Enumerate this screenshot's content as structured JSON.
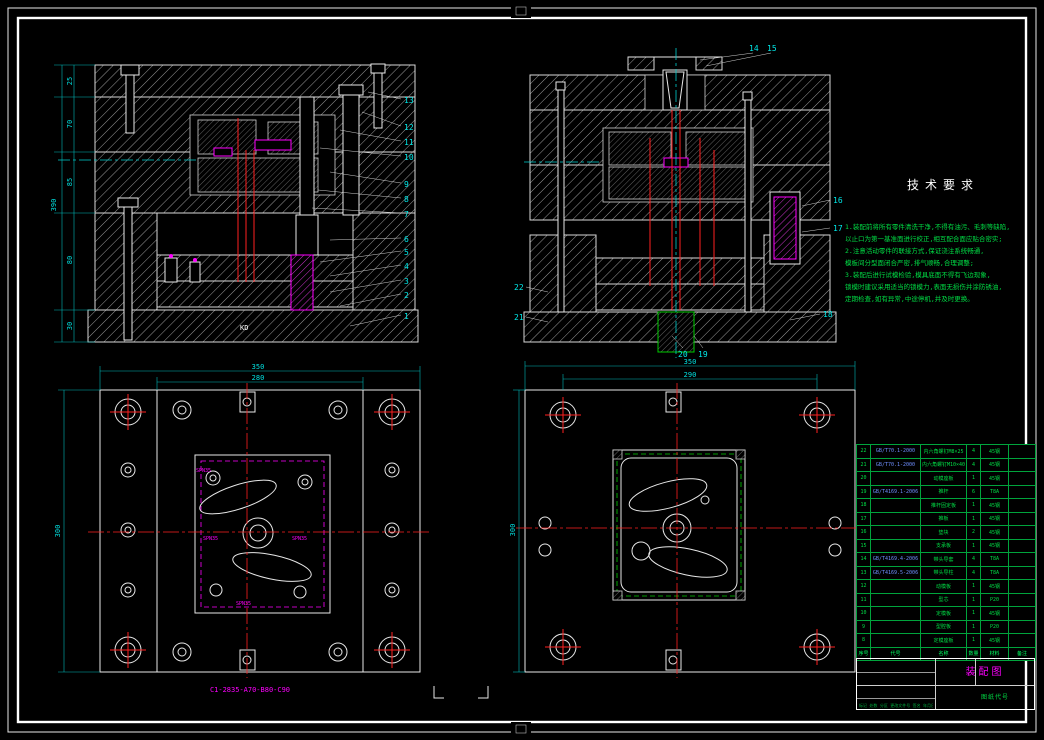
{
  "colors": {
    "background": "#000000",
    "frame": "#ffffff",
    "dimension": "#00e0e0",
    "centerline": "#ff2020",
    "notes": "#00dd45",
    "highlight": "#ff00ff"
  },
  "tech": {
    "title": "技术要求",
    "lines": [
      "1.装配前将所有零件清洗干净,不得有油污、毛刺等缺陷,",
      "  以止口为第一基准面进行校正,相互配合面应贴合密实;",
      "2.注意活动零件的联接方式,保证浇注系统畅通,",
      "  模板间分型面闭合严密,排气顺畅,合理调整;",
      "3.装配后进行试模检验,模具底面不得有飞边现象,",
      "  锁模时建议采用适当的锁模力,表面无损伤并涂防锈油,",
      "  定期检查,如有异常,中途停机,并及时更换。"
    ]
  },
  "balloons": {
    "tl": [
      "13",
      "12",
      "11",
      "10",
      "9",
      "8",
      "7",
      "6",
      "5",
      "4",
      "3",
      "2",
      "1"
    ],
    "tr_top": [
      "14",
      "15"
    ],
    "tr_right": [
      "16",
      "17",
      "18"
    ],
    "tr_left": [
      "22",
      "21"
    ],
    "tr_bottom": [
      "20",
      "19"
    ]
  },
  "dims": {
    "tl": {
      "total": "390",
      "segs": [
        "25",
        "70",
        "85",
        "80",
        "30"
      ]
    },
    "bl": {
      "outer": "350",
      "inner": "280",
      "side": "300"
    },
    "br": {
      "outer": "350",
      "inner": "290",
      "side": "300"
    }
  },
  "labels": {
    "kd": "KD",
    "mold_base": "C1-2835-A70-B80-C90",
    "spn": [
      "SPN35",
      "SPN35",
      "SPN35",
      "SPN35"
    ]
  },
  "bom": {
    "header": [
      "序号",
      "代号",
      "名称",
      "数量",
      "材料",
      "备注"
    ],
    "rows": [
      [
        "22",
        "GB/T70.1-2000",
        "内六角螺钉M8×25",
        "4",
        "45钢",
        ""
      ],
      [
        "21",
        "GB/T70.1-2000",
        "内六角螺钉M10×40",
        "4",
        "45钢",
        ""
      ],
      [
        "20",
        "",
        "动模座板",
        "1",
        "45钢",
        ""
      ],
      [
        "19",
        "GB/T4169.1-2006",
        "推杆",
        "6",
        "T8A",
        ""
      ],
      [
        "18",
        "",
        "推杆固定板",
        "1",
        "45钢",
        ""
      ],
      [
        "17",
        "",
        "推板",
        "1",
        "45钢",
        ""
      ],
      [
        "16",
        "",
        "垫块",
        "2",
        "45钢",
        ""
      ],
      [
        "15",
        "",
        "支承板",
        "1",
        "45钢",
        ""
      ],
      [
        "14",
        "GB/T4169.4-2006",
        "带头导套",
        "4",
        "T8A",
        ""
      ],
      [
        "13",
        "GB/T4169.5-2006",
        "带头导柱",
        "4",
        "T8A",
        ""
      ],
      [
        "12",
        "",
        "动模板",
        "1",
        "45钢",
        ""
      ],
      [
        "11",
        "",
        "型芯",
        "1",
        "P20",
        ""
      ],
      [
        "10",
        "",
        "定模板",
        "1",
        "45钢",
        ""
      ],
      [
        "9",
        "",
        "型腔板",
        "1",
        "P20",
        ""
      ],
      [
        "8",
        "",
        "定模座板",
        "1",
        "45钢",
        ""
      ]
    ]
  },
  "title_block": {
    "drawing_name": "装配图",
    "code_label": "图纸代号",
    "revision_row": "标记 处数 分区 更改文件号 签名 年月日"
  }
}
